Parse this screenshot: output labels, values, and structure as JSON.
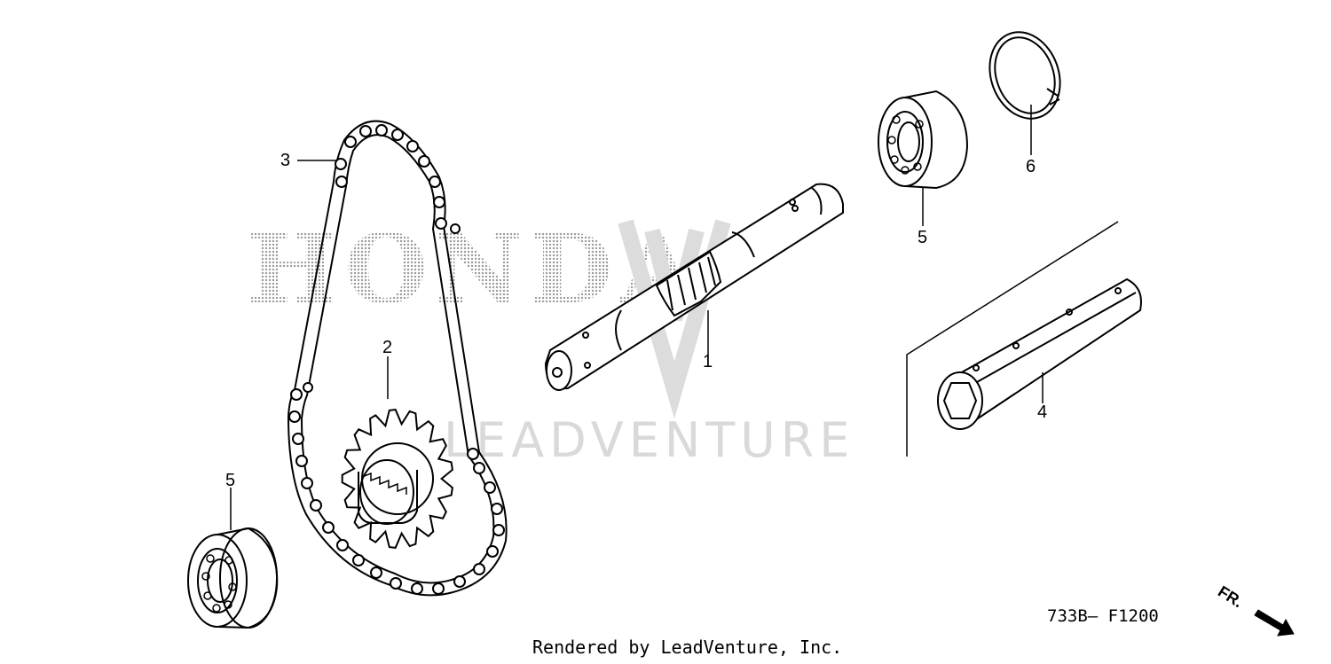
{
  "watermark": {
    "brand": "HONDA",
    "wordmark": "LEADVENTURE"
  },
  "callouts": [
    {
      "id": "1",
      "label": "1"
    },
    {
      "id": "2",
      "label": "2"
    },
    {
      "id": "3",
      "label": "3"
    },
    {
      "id": "4",
      "label": "4"
    },
    {
      "id": "5a",
      "label": "5"
    },
    {
      "id": "5b",
      "label": "5"
    },
    {
      "id": "6",
      "label": "6"
    }
  ],
  "diagram_ref": "733B— F1200",
  "direction_label": "FR.",
  "credit": "Rendered by LeadVenture, Inc.",
  "colors": {
    "line": "#000000",
    "watermark": "#9a9a9a",
    "background": "#ffffff"
  }
}
